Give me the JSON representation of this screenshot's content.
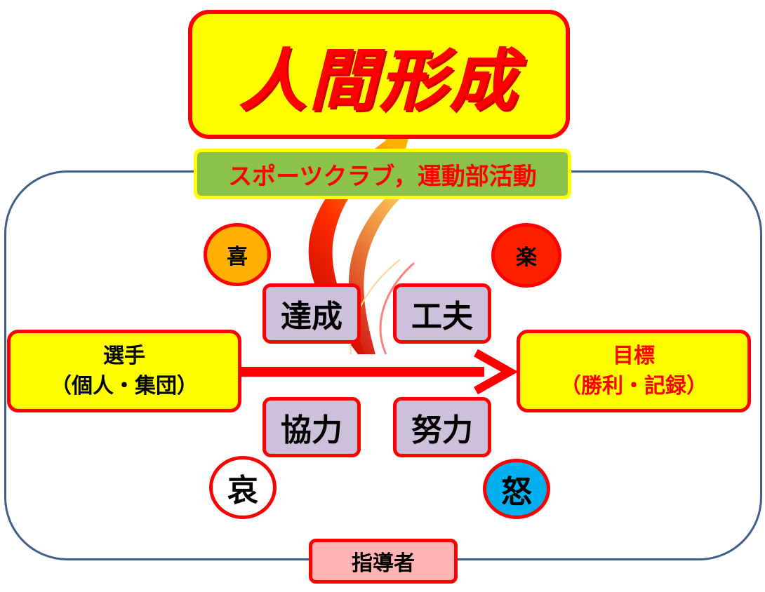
{
  "title": "人間形成",
  "subtitle": "スポーツクラブ，運動部活動",
  "player": {
    "line1": "選手",
    "line2": "（個人・集団）"
  },
  "goal": {
    "line1": "目標",
    "line2": "（勝利・記録）"
  },
  "values": {
    "achievement": "達成",
    "ingenuity": "工夫",
    "cooperation": "協力",
    "effort": "努力"
  },
  "emotions": {
    "joy": "喜",
    "fun": "楽",
    "sorrow": "哀",
    "anger": "怒"
  },
  "leader": "指導者",
  "colors": {
    "accent_red": "#ff0000",
    "yellow": "#ffff00",
    "green": "#8ac24a",
    "lavender": "#ccc0da",
    "pink": "#ffb3b3",
    "frame_blue": "#3f5f86",
    "joy_orange": "#ffb000",
    "fun_red": "#ff2000",
    "anger_blue": "#00b0f0",
    "sorrow_white": "#ffffff"
  },
  "icons": {
    "rising_arrow": "rising-swirl-arrow",
    "main_arrow": "right-arrow"
  }
}
